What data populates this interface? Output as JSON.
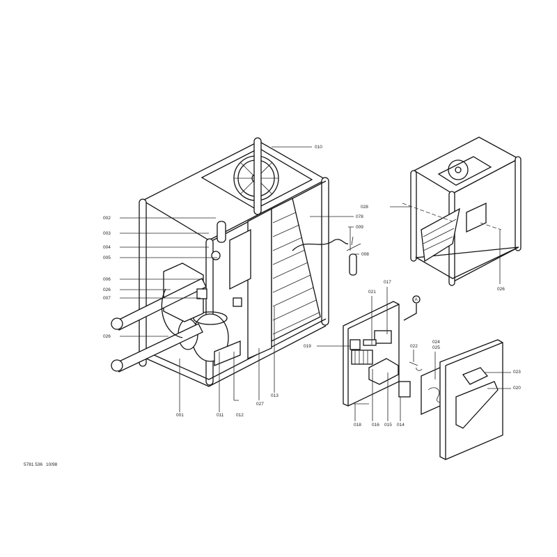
{
  "diagram": {
    "part_labels": [
      "010",
      "002",
      "003",
      "004",
      "005",
      "006",
      "026",
      "007",
      "026",
      "078",
      "009",
      "008",
      "028",
      "026",
      "001",
      "011",
      "012",
      "027",
      "013",
      "021",
      "017",
      "019",
      "022",
      "024",
      "025",
      "023",
      "020",
      "018",
      "016",
      "015",
      "014"
    ],
    "detail_marker": "A",
    "footer": {
      "drawing_number": "5781 536",
      "date": "10/98"
    }
  }
}
